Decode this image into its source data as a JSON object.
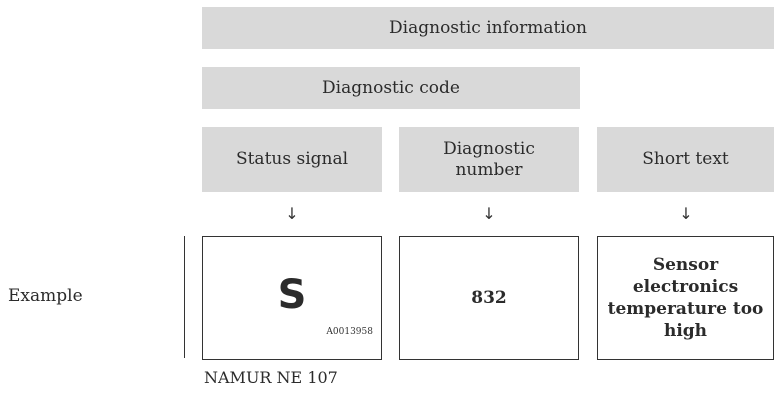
{
  "header": {
    "diagnostic_information": "Diagnostic information",
    "diagnostic_code": "Diagnostic code"
  },
  "columns": [
    {
      "label": "Status signal"
    },
    {
      "label": "Diagnostic number"
    },
    {
      "label": "Short text"
    }
  ],
  "arrow_glyph": "↓",
  "example": {
    "row_label": "Example",
    "status_letter": "S",
    "image_code": "A0013958",
    "number": "832",
    "short_text": "Sensor electronics temperature too high",
    "caption": "NAMUR NE 107"
  },
  "colors": {
    "header_fill": "#d9d9d9",
    "frame_border": "#333333"
  }
}
